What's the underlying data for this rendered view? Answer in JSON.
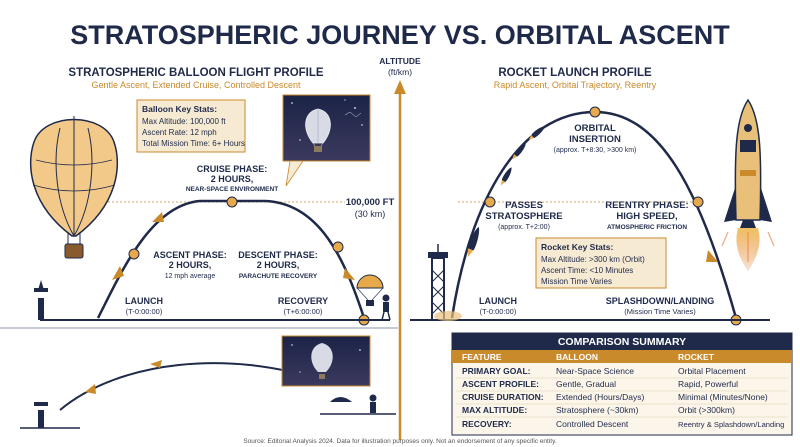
{
  "title": "STRATOSPHERIC JOURNEY VS. ORBITAL ASCENT",
  "axis": {
    "label": "ALTITUDE",
    "unit": "(ft/km)",
    "marker_ft": "100,000 FT",
    "marker_km": "(30 km)"
  },
  "balloon": {
    "heading": "STRATOSPHERIC BALLOON FLIGHT PROFILE",
    "subheading": "Gentle Ascent, Extended Cruise, Controlled Descent",
    "stats": {
      "title": "Balloon Key Stats:",
      "lines": [
        "Max Altitude: 100,000 ft",
        "Ascent Rate: 12 mph",
        "Total Mission Time: 6+ Hours"
      ]
    },
    "cruise": {
      "title": "CRUISE PHASE:",
      "value": "2 HOURS,",
      "note": "NEAR-SPACE ENVIRONMENT"
    },
    "ascent": {
      "title": "ASCENT PHASE:",
      "value": "2 HOURS,",
      "note": "12 mph average"
    },
    "descent": {
      "title": "DESCENT PHASE:",
      "value": "2 HOURS,",
      "note": "PARACHUTE RECOVERY"
    },
    "launch": {
      "title": "LAUNCH",
      "time": "(T-0:00:00)"
    },
    "recovery": {
      "title": "RECOVERY",
      "time": "(T+6:00:00)"
    }
  },
  "rocket": {
    "heading": "ROCKET LAUNCH PROFILE",
    "subheading": "Rapid Ascent, Orbital Trajectory, Reentry",
    "orbital": {
      "line1": "ORBITAL",
      "line2": "INSERTION",
      "note": "(approx. T+8:30, >300 km)"
    },
    "passes": {
      "line1": "PASSES",
      "line2": "STRATOSPHERE",
      "note": "(approx. T+2:00)"
    },
    "reentry": {
      "line1": "REENTRY PHASE:",
      "line2": "HIGH SPEED,",
      "note": "ATMOSPHERIC FRICTION"
    },
    "stats": {
      "title": "Rocket Key Stats:",
      "lines": [
        "Max Altitude: >300 km (Orbit)",
        "Ascent Time: <10 Minutes",
        "Mission Time Varies"
      ]
    },
    "launch": {
      "title": "LAUNCH",
      "time": "(T-0:00:00)"
    },
    "splashdown": {
      "title": "SPLASHDOWN/LANDING",
      "time": "(Mission Time Varies)"
    }
  },
  "comparison": {
    "title": "COMPARISON SUMMARY",
    "headers": [
      "FEATURE",
      "BALLOON",
      "ROCKET"
    ],
    "rows": [
      [
        "PRIMARY GOAL:",
        "Near-Space Science",
        "Orbital Placement"
      ],
      [
        "ASCENT PROFILE:",
        "Gentle, Gradual",
        "Rapid, Powerful"
      ],
      [
        "CRUISE DURATION:",
        "Extended (Hours/Days)",
        "Minimal (Minutes/None)"
      ],
      [
        "MAX ALTITUDE:",
        "Stratosphere (~30km)",
        "Orbit (>300km)"
      ],
      [
        "RECOVERY:",
        "Controlled Descent",
        "Reentry & Splashdown/Landing"
      ]
    ]
  },
  "footer": "Source: Editorial Analysis 2024. Data for illustration purposes only. Not an endorsement of any specific entity.",
  "colors": {
    "navy": "#1f2a4a",
    "gold": "#c98a2b",
    "gold_light": "#e8c07a",
    "cream": "#f6ead3"
  }
}
